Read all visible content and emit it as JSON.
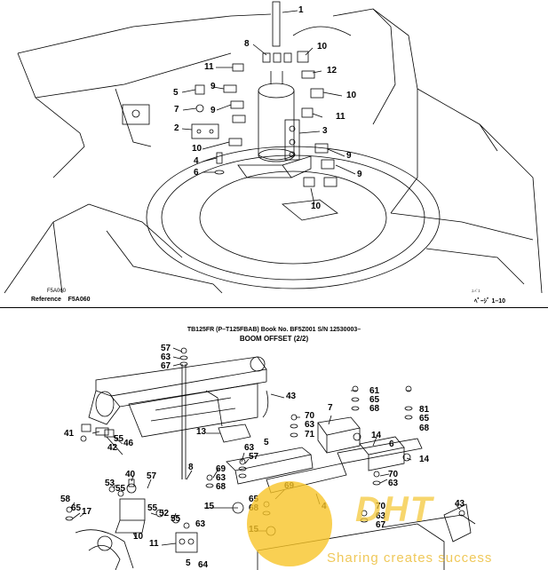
{
  "top_callouts": [
    "1",
    "8",
    "10",
    "11",
    "12",
    "10",
    "5",
    "9",
    "7",
    "11",
    "2",
    "9",
    "3",
    "10",
    "9",
    "4",
    "6",
    "9",
    "10"
  ],
  "top_figure_code": "F5A060",
  "reference_label": "Reference",
  "reference_code": "F5A060",
  "page_small": "ｽ-ﾍﾟｽ",
  "page_ref": "ﾍﾟｰｼﾞ  1–10",
  "book_line": "TB125FR (P–T125FBAB)  Book No. BF5Z001  S/N 12530003–",
  "section_title": "BOOM OFFSET (2/2)",
  "bottom_callouts": [
    "57",
    "63",
    "67",
    "43",
    "61",
    "65",
    "68",
    "70",
    "63",
    "71",
    "7",
    "41",
    "55",
    "46",
    "42",
    "13",
    "63",
    "57",
    "5",
    "14",
    "81",
    "65",
    "68",
    "8",
    "69",
    "63",
    "68",
    "70",
    "63",
    "53",
    "55",
    "40",
    "57",
    "69",
    "65",
    "68",
    "4",
    "15",
    "43",
    "58",
    "65",
    "17",
    "52",
    "55",
    "15",
    "70",
    "63",
    "67",
    "10",
    "11",
    "55",
    "63",
    "14",
    "6",
    "68",
    "61",
    "65",
    "68",
    "5",
    "64"
  ],
  "watermark_logo": "DHT",
  "watermark_tagline": "Sharing creates success",
  "colors": {
    "line": "#000000",
    "watermark": "#f3c030"
  }
}
